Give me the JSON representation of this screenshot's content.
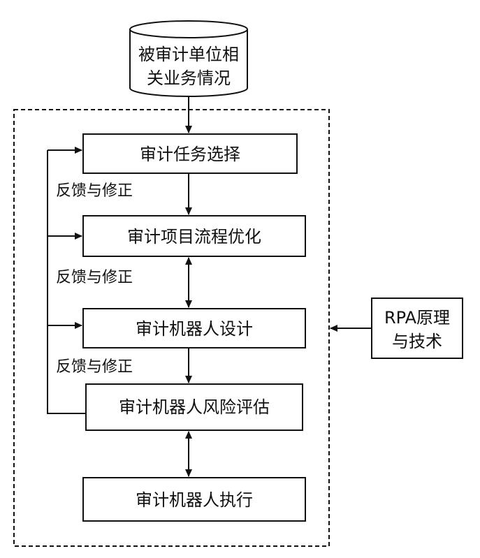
{
  "diagram": {
    "database": {
      "line1": "被审计单位相",
      "line2": "关业务情况"
    },
    "steps": [
      {
        "label": "审计任务选择"
      },
      {
        "label": "审计项目流程优化"
      },
      {
        "label": "审计机器人设计"
      },
      {
        "label": "审计机器人风险评估"
      },
      {
        "label": "审计机器人执行"
      }
    ],
    "feedback_labels": [
      "反馈与修正",
      "反馈与修正",
      "反馈与修正"
    ],
    "side_box": {
      "line1": "RPA原理",
      "line2": "与技术"
    },
    "colors": {
      "stroke": "#111111",
      "background": "#ffffff"
    }
  }
}
